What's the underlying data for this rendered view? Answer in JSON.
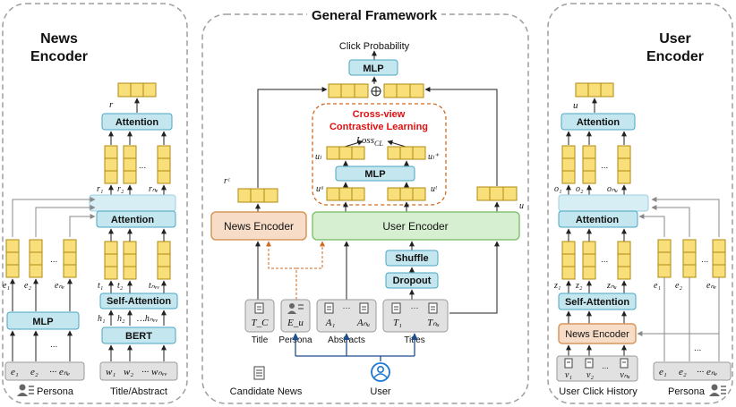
{
  "panels": {
    "news_encoder_title_l1": "News",
    "news_encoder_title_l2": "Encoder",
    "framework_title": "General Framework",
    "user_encoder_title_l1": "User",
    "user_encoder_title_l2": "Encoder"
  },
  "left": {
    "attention_top": "Attention",
    "attention_mid": "Attention",
    "self_attention": "Self-Attention",
    "bert": "BERT",
    "mlp": "MLP",
    "persona": "Persona",
    "title_abstract": "Title/Abstract",
    "ellipsis": "...",
    "r": "r",
    "r1": "r₁",
    "r2": "r₂",
    "rne": "rₙₑ",
    "t1": "t₁",
    "t2": "t₂",
    "tnw": "tₙᵥᵥ",
    "h1": "h₁",
    "h2": "h₂",
    "hnw": "…hₙᵥᵥ",
    "e1": "e₁",
    "e2": "e₂",
    "ene": "eₙₑ",
    "in_e1": "e₁",
    "in_e2": "e₂",
    "in_ene": "··· eₙₑ",
    "in_w1": "w₁",
    "in_w2": "w₂",
    "in_wnw": "··· wₙᵥᵥ"
  },
  "center": {
    "click_probability": "Click Probability",
    "mlp_top": "MLP",
    "cross_view_l1": "Cross-view",
    "cross_view_l2": "Contrastive Learning",
    "loss": "Loss",
    "loss_sub": "CL",
    "mlp_inner": "MLP",
    "ul_left": "uₗ",
    "ul_right": "uₗ⁺",
    "ua": "uᵃ",
    "ut": "uᵗ",
    "rc": "rᶜ",
    "u": "u",
    "news_encoder": "News Encoder",
    "user_encoder": "User Encoder",
    "shuffle": "Shuffle",
    "dropout": "Dropout",
    "tc": "T_C",
    "eu": "E_u",
    "a1": "A₁",
    "anu": "Aₙᵤ",
    "t1": "T₁",
    "tnu": "Tₙᵤ",
    "title": "Title",
    "persona": "Persona",
    "abstracts": "Abstracts",
    "titles": "Titles",
    "candidate_news": "Candidate News",
    "user": "User",
    "dots": "···"
  },
  "right": {
    "attention_top": "Attention",
    "attention_mid": "Attention",
    "self_attention": "Self-Attention",
    "news_encoder": "News Encoder",
    "user_click_history": "User Click History",
    "persona": "Persona",
    "u": "u",
    "o1": "o₁",
    "o2": "o₂",
    "onu": "oₙᵤ",
    "z1": "z₁",
    "z2": "z₂",
    "znu": "zₙᵤ",
    "e1": "e₁",
    "e2": "e₂",
    "ene": "eₙₑ",
    "v1": "v₁",
    "v2": "v₂",
    "vnu": "vₙᵤ",
    "in_e1": "e₁",
    "in_e2": "e₂",
    "in_ene": "··· eₙₑ",
    "ellipsis": "..."
  },
  "colors": {
    "panel_border": "#9e9e9e",
    "vector_fill": "#f9df7a",
    "vector_stroke": "#b08a10",
    "teal_fill": "#c4e6ef",
    "teal_stroke": "#4aa6c1",
    "news_enc_fill": "#f7dcc8",
    "news_enc_stroke": "#d8965d",
    "user_enc_fill": "#d6efd0",
    "user_enc_stroke": "#86c477",
    "input_fill": "#e1e1e1",
    "input_stroke": "#9a9a9a",
    "red_text": "#e01010",
    "cl_border": "#d06a20",
    "user_icon": "#1f78d1"
  }
}
